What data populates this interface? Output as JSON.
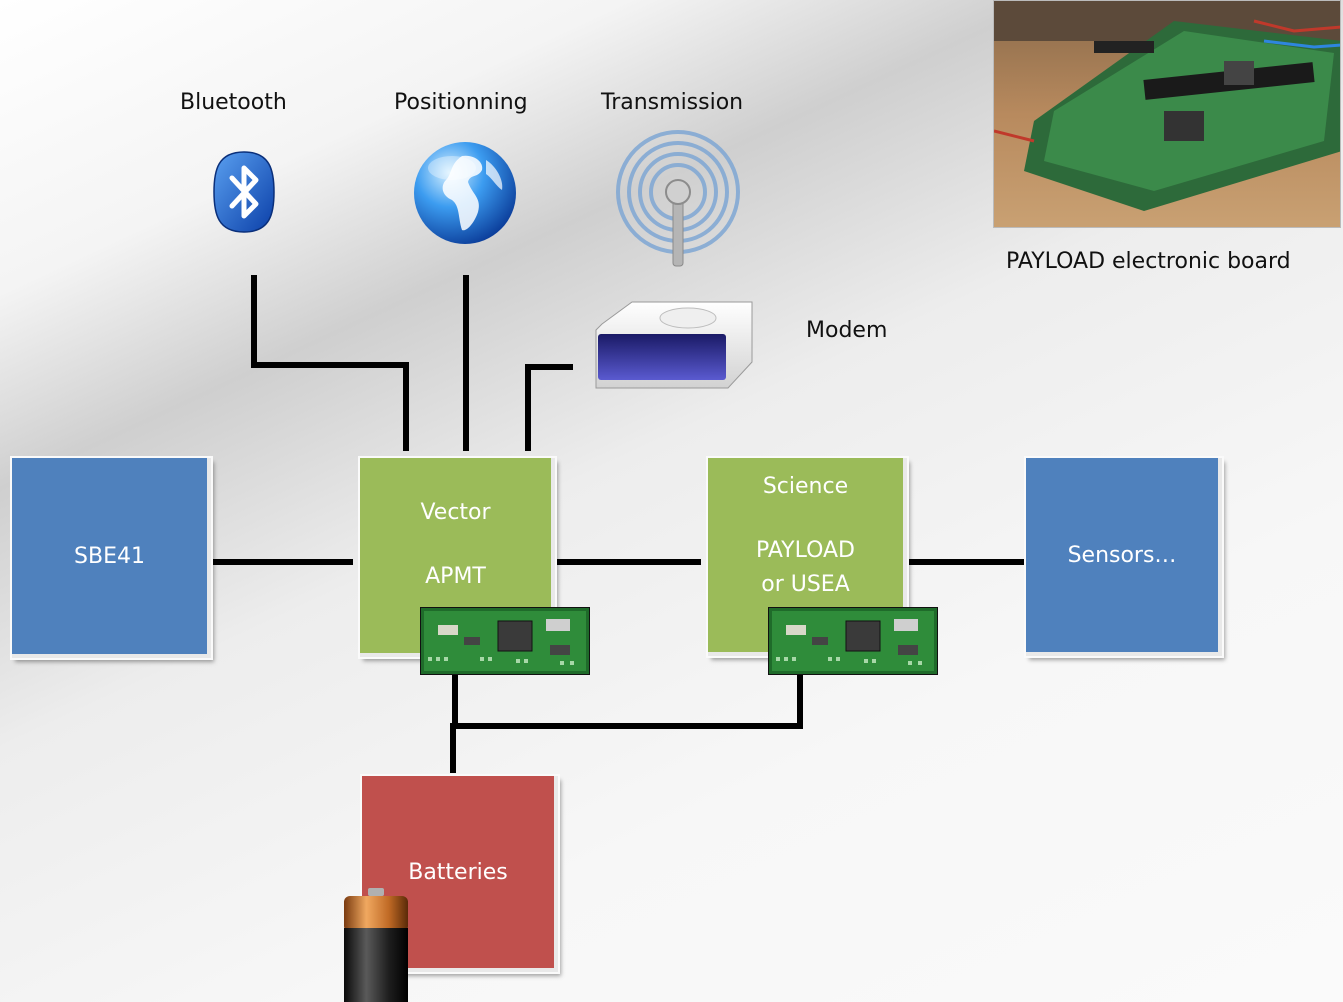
{
  "labels": {
    "bluetooth": "Bluetooth",
    "positioning": "Positionning",
    "transmission": "Transmission",
    "modem": "Modem",
    "photo_caption": "PAYLOAD electronic board"
  },
  "boxes": {
    "sbe41": "SBE41",
    "vector_line1": "Vector",
    "vector_line2": "APMT",
    "science_line1": "Science",
    "science_line2": "PAYLOAD",
    "science_line3": "or  USEA",
    "sensors": "Sensors…",
    "batteries": "Batteries"
  },
  "icons": [
    "bluetooth-icon",
    "globe-icon",
    "antenna-icon",
    "modem-icon",
    "circuit-board-icon",
    "battery-icon"
  ],
  "colors": {
    "blue_box": "#4f81bd",
    "green_box": "#9bbb59",
    "red_box": "#c0504d",
    "wire": "#000000"
  }
}
